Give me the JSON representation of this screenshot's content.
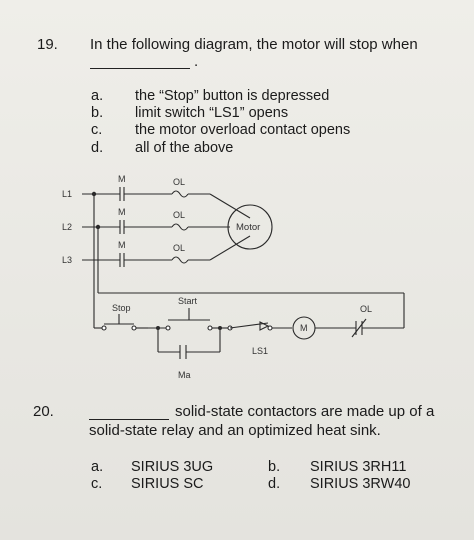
{
  "q19": {
    "number": "19.",
    "stem": "In the following diagram, the motor will stop when",
    "period": ".",
    "options": [
      {
        "letter": "a.",
        "text": "the “Stop” button is depressed"
      },
      {
        "letter": "b.",
        "text": "limit switch “LS1” opens"
      },
      {
        "letter": "c.",
        "text": "the motor overload contact opens"
      },
      {
        "letter": "d.",
        "text": "all of the above"
      }
    ]
  },
  "diagram": {
    "L1": "L1",
    "L2": "L2",
    "L3": "L3",
    "contact_M1": "M",
    "contact_M2": "M",
    "contact_M3": "M",
    "ol1": "OL",
    "ol2": "OL",
    "ol3": "OL",
    "motor": "Motor",
    "start": "Start",
    "stop": "Stop",
    "ol_control": "OL",
    "coil": "M",
    "ls1": "LS1",
    "seal_in": "Ma"
  },
  "q20": {
    "number": "20.",
    "stem_line1": "solid-state contactors are made up of a",
    "stem_line2": "solid-state relay and an optimized heat sink.",
    "options": [
      {
        "letter": "a.",
        "text": "SIRIUS 3UG"
      },
      {
        "letter": "b.",
        "text": "SIRIUS 3RH11"
      },
      {
        "letter": "c.",
        "text": "SIRIUS SC"
      },
      {
        "letter": "d.",
        "text": "SIRIUS 3RW40"
      }
    ]
  }
}
